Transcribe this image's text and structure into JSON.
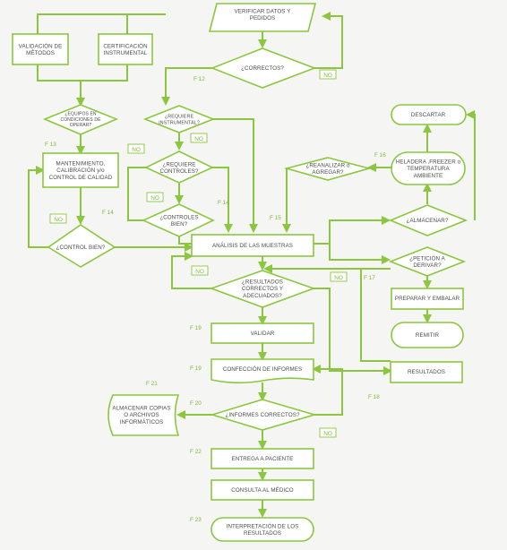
{
  "accent_color": "#8cc63f",
  "text_color": "#4a4a4a",
  "nodes": {
    "verificar": [
      "VERIFICAR DATOS Y",
      "PEDIDOS"
    ],
    "correctos": [
      "¿CORRECTOS?"
    ],
    "validacion": [
      "VALIDACIÓN DE",
      "MÉTODOS"
    ],
    "certificacion": [
      "CERTIFICACIÓN",
      "INSTRUMENTAL"
    ],
    "equipos": [
      "¿EQUIPOS EN",
      "CONDICIONES DE",
      "OPERAR?"
    ],
    "requiere_instr": [
      "¿REQUIERE",
      "INSTRUMENTAL?"
    ],
    "mantenimiento": [
      "MANTENIMIENTO,",
      "CALIBRACIÓN y/o",
      "CONTROL DE CALIDAD"
    ],
    "requiere_ctrl": [
      "¿REQUIERE",
      "CONTROLES?"
    ],
    "controles_bien": [
      "¿CONTROLES",
      "BIEN?"
    ],
    "control_bien": [
      "¿CONTROL BIEN?"
    ],
    "analisis": [
      "ANÁLISIS DE LAS MUESTRAS"
    ],
    "resultados_ok": [
      "¿RESULTADOS",
      "CORRECTOS Y",
      "ADECUADOS?"
    ],
    "validar": [
      "VALIDAR"
    ],
    "confeccion": [
      "CONFECCIÓN DE INFORMES"
    ],
    "informes_ok": [
      "¿INFORMES CORRECTOS?"
    ],
    "almacenar_copias": [
      "ALMACENAR COPIAS",
      "O ARCHIVOS",
      "INFORMÁTICOS"
    ],
    "entrega": [
      "ENTREGA A PACIENTE"
    ],
    "consulta": [
      "CONSULTA AL MÉDICO"
    ],
    "interpretacion": [
      "INTERPRETACIÓN DE LOS",
      "RESULTADOS"
    ],
    "descartar": [
      "DESCARTAR"
    ],
    "heladera": [
      "HELADERA ,FREEZER o",
      "TEMPERATURA",
      "AMBIENTE"
    ],
    "reanalizar": [
      "¿REANALIZAR o",
      "AGREGAR?"
    ],
    "almacenar": [
      "¿ALMACENAR?"
    ],
    "peticion": [
      "¿PETICIÓN A",
      "DERIVAR?"
    ],
    "preparar": [
      "PREPARAR Y EMBALAR"
    ],
    "remitir": [
      "REMITIR"
    ],
    "resultados": [
      "RESULTADOS"
    ]
  },
  "labels": {
    "no": "NO",
    "f12": "F 12",
    "f13": "F 13",
    "f14a": "F 14",
    "f14b": "F 14",
    "f15": "F 15",
    "f16": "F 16",
    "f17": "F 17",
    "f18": "F 18",
    "f19a": "F 19",
    "f19b": "F 19",
    "f20": "F 20",
    "f21": "F 21",
    "f22": "F 22",
    "f23": "F 23"
  }
}
